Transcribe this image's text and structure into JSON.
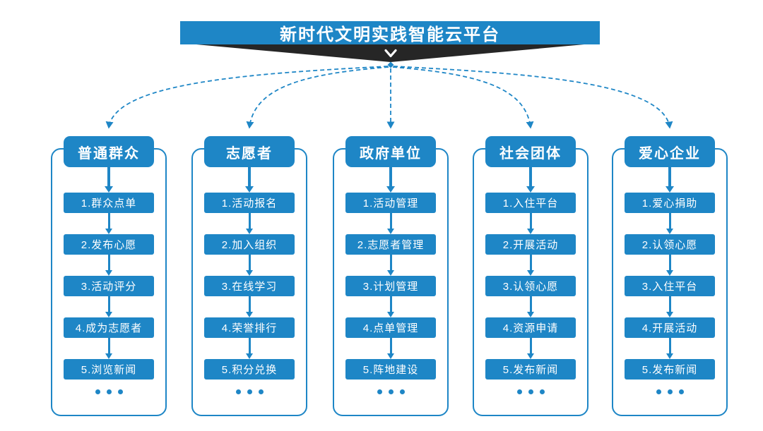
{
  "title": "新时代文明实践智能云平台",
  "colors": {
    "accent": "#1E86C6",
    "ribbon_dark": "#262626",
    "background": "#FFFFFF",
    "box_text": "#FFFFFF"
  },
  "more_indicator": "...",
  "columns": [
    {
      "header": "普通群众",
      "items": [
        "1.群众点单",
        "2.发布心愿",
        "3.活动评分",
        "4.成为志愿者",
        "5.浏览新闻"
      ]
    },
    {
      "header": "志愿者",
      "items": [
        "1.活动报名",
        "2.加入组织",
        "3.在线学习",
        "4.荣誉排行",
        "5.积分兑换"
      ]
    },
    {
      "header": "政府单位",
      "items": [
        "1.活动管理",
        "2.志愿者管理",
        "3.计划管理",
        "4.点单管理",
        "5.阵地建设"
      ]
    },
    {
      "header": "社会团体",
      "items": [
        "1.入住平台",
        "2.开展活动",
        "3.认领心愿",
        "4.资源申请",
        "5.发布新闻"
      ]
    },
    {
      "header": "爱心企业",
      "items": [
        "1.爱心捐助",
        "2.认领心愿",
        "3.入住平台",
        "4.开展活动",
        "5.发布新闻"
      ]
    }
  ]
}
